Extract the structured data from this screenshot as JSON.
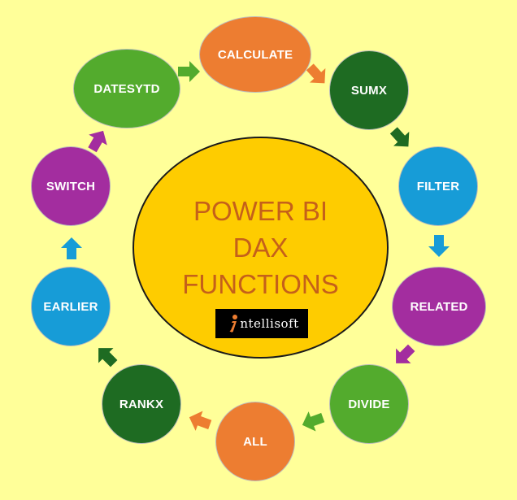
{
  "diagram": {
    "center": {
      "lines": [
        "POWER BI",
        "DAX",
        "FUNCTIONS"
      ],
      "logo_text": "ntellisoft",
      "logo_icon": "intellisoft-i-logo-icon"
    },
    "nodes": [
      {
        "label": "CALCULATE",
        "color": "#ed7d31"
      },
      {
        "label": "SUMX",
        "color": "#1e6b22"
      },
      {
        "label": "FILTER",
        "color": "#179cd7"
      },
      {
        "label": "RELATED",
        "color": "#a32d9f"
      },
      {
        "label": "DIVIDE",
        "color": "#53ab2d"
      },
      {
        "label": "ALL",
        "color": "#ed7d31"
      },
      {
        "label": "RANKX",
        "color": "#1e6b22"
      },
      {
        "label": "EARLIER",
        "color": "#179cd7"
      },
      {
        "label": "SWITCH",
        "color": "#a32d9f"
      },
      {
        "label": "DATESYTD",
        "color": "#53ab2d"
      }
    ],
    "arrow_colors": [
      "#ed7d31",
      "#1e6b22",
      "#179cd7",
      "#a32d9f",
      "#53ab2d",
      "#ed7d31",
      "#1e6b22",
      "#179cd7",
      "#a32d9f",
      "#53ab2d"
    ]
  }
}
